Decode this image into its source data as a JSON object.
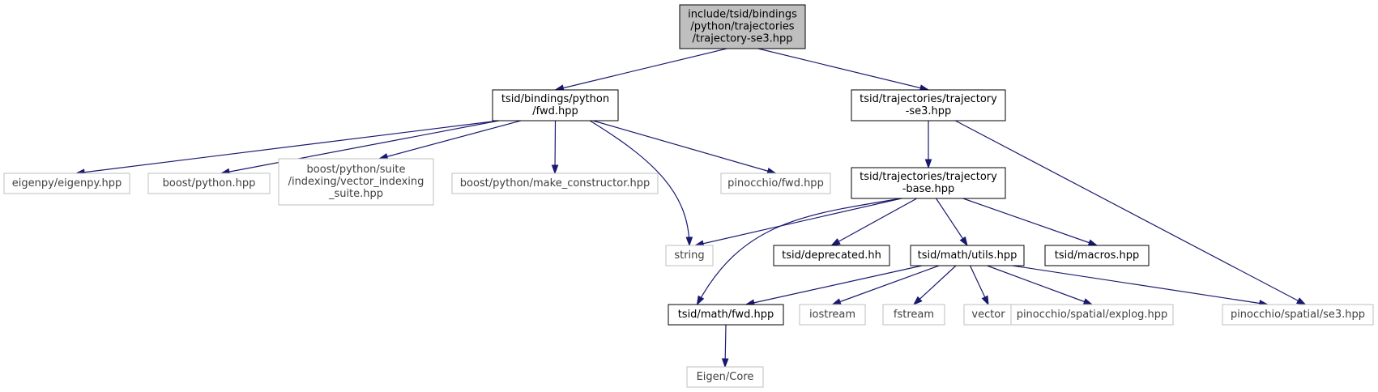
{
  "graph": {
    "type": "include-dependency-graph",
    "colors": {
      "root_fill": "#bfbfbf",
      "internal_border": "#000000",
      "external_border": "#bfbfbf",
      "external_text": "#404040",
      "edge": "#191970"
    },
    "nodes": [
      {
        "id": "root",
        "kind": "root",
        "lines": [
          "include/tsid/bindings",
          "/python/trajectories",
          "/trajectory-se3.hpp"
        ]
      },
      {
        "id": "py_fwd",
        "kind": "internal",
        "lines": [
          "tsid/bindings/python",
          "/fwd.hpp"
        ]
      },
      {
        "id": "traj_se3",
        "kind": "internal",
        "lines": [
          "tsid/trajectories/trajectory",
          "-se3.hpp"
        ]
      },
      {
        "id": "eigenpy",
        "kind": "external",
        "lines": [
          "eigenpy/eigenpy.hpp"
        ]
      },
      {
        "id": "boost_python",
        "kind": "external",
        "lines": [
          "boost/python.hpp"
        ]
      },
      {
        "id": "vec_suite",
        "kind": "external",
        "lines": [
          "boost/python/suite",
          "/indexing/vector_indexing",
          "_suite.hpp"
        ]
      },
      {
        "id": "make_ctor",
        "kind": "external",
        "lines": [
          "boost/python/make_constructor.hpp"
        ]
      },
      {
        "id": "pin_fwd",
        "kind": "external",
        "lines": [
          "pinocchio/fwd.hpp"
        ]
      },
      {
        "id": "traj_base",
        "kind": "internal",
        "lines": [
          "tsid/trajectories/trajectory",
          "-base.hpp"
        ]
      },
      {
        "id": "string",
        "kind": "external",
        "lines": [
          "string"
        ]
      },
      {
        "id": "deprecated",
        "kind": "internal",
        "lines": [
          "tsid/deprecated.hh"
        ]
      },
      {
        "id": "utils",
        "kind": "internal",
        "lines": [
          "tsid/math/utils.hpp"
        ]
      },
      {
        "id": "macros",
        "kind": "internal",
        "lines": [
          "tsid/macros.hpp"
        ]
      },
      {
        "id": "math_fwd",
        "kind": "internal",
        "lines": [
          "tsid/math/fwd.hpp"
        ]
      },
      {
        "id": "iostream",
        "kind": "external",
        "lines": [
          "iostream"
        ]
      },
      {
        "id": "fstream",
        "kind": "external",
        "lines": [
          "fstream"
        ]
      },
      {
        "id": "vector",
        "kind": "external",
        "lines": [
          "vector"
        ]
      },
      {
        "id": "explog",
        "kind": "external",
        "lines": [
          "pinocchio/spatial/explog.hpp"
        ]
      },
      {
        "id": "se3",
        "kind": "external",
        "lines": [
          "pinocchio/spatial/se3.hpp"
        ]
      },
      {
        "id": "eigen_core",
        "kind": "external",
        "lines": [
          "Eigen/Core"
        ]
      }
    ],
    "edges": [
      {
        "from": "root",
        "to": "py_fwd"
      },
      {
        "from": "root",
        "to": "traj_se3"
      },
      {
        "from": "py_fwd",
        "to": "eigenpy"
      },
      {
        "from": "py_fwd",
        "to": "boost_python"
      },
      {
        "from": "py_fwd",
        "to": "vec_suite"
      },
      {
        "from": "py_fwd",
        "to": "make_ctor"
      },
      {
        "from": "py_fwd",
        "to": "pin_fwd"
      },
      {
        "from": "py_fwd",
        "to": "string"
      },
      {
        "from": "traj_se3",
        "to": "traj_base"
      },
      {
        "from": "traj_se3",
        "to": "se3"
      },
      {
        "from": "traj_base",
        "to": "string"
      },
      {
        "from": "traj_base",
        "to": "deprecated"
      },
      {
        "from": "traj_base",
        "to": "utils"
      },
      {
        "from": "traj_base",
        "to": "macros"
      },
      {
        "from": "traj_base",
        "to": "math_fwd"
      },
      {
        "from": "utils",
        "to": "math_fwd"
      },
      {
        "from": "utils",
        "to": "iostream"
      },
      {
        "from": "utils",
        "to": "fstream"
      },
      {
        "from": "utils",
        "to": "vector"
      },
      {
        "from": "utils",
        "to": "explog"
      },
      {
        "from": "utils",
        "to": "se3"
      },
      {
        "from": "math_fwd",
        "to": "eigen_core"
      }
    ]
  }
}
